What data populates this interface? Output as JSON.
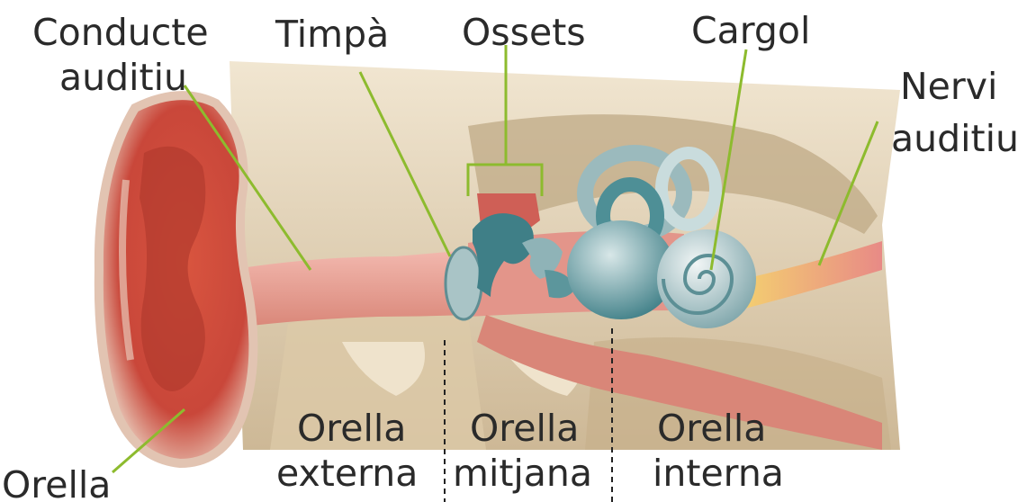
{
  "labels": {
    "conducte_line1": "Conducte",
    "conducte_line2": "auditiu",
    "timpa": "Timpà",
    "ossets": "Ossets",
    "cargol": "Cargol",
    "nervi_line1": "Nervi",
    "nervi_line2": "auditiu",
    "orella": "Orella"
  },
  "regions": {
    "externa_line1": "Orella",
    "externa_line2": "externa",
    "mitjana_line1": "Orella",
    "mitjana_line2": "mitjana",
    "interna_line1": "Orella",
    "interna_line2": "interna"
  },
  "colors": {
    "leader": "#8dbb2e",
    "label_text": "#2a2a2a",
    "bone": "#e8d9bf",
    "bone_dark": "#cdb896",
    "canal": "#e79a8e",
    "pinna": "#c9473a",
    "ossicles": "#4e8f96",
    "cochlea": "#b9d0d2"
  }
}
